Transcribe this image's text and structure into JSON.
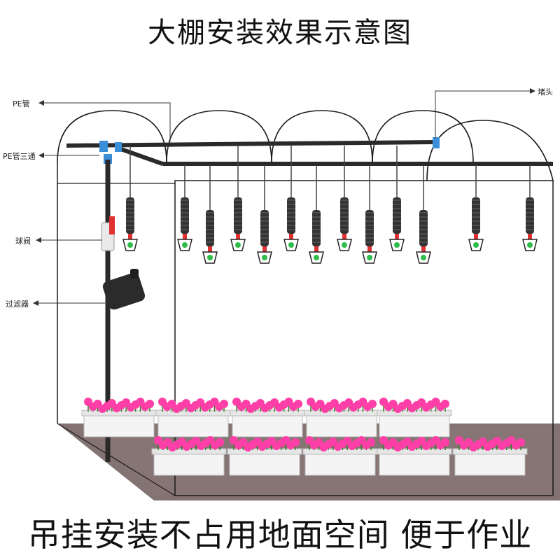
{
  "title": "大棚安装效果示意图",
  "caption": "吊挂安装不占用地面空间 便于作业",
  "labels": {
    "pe_pipe": "PE管",
    "pe_tee": "PE管三通",
    "ball_valve": "球阀",
    "filter": "过滤器",
    "end_plug": "堵头"
  },
  "colors": {
    "frame": "#1a1a1a",
    "pipe": "#2a2a2a",
    "fitting": "#3a8fd8",
    "valve_handle": "#e03030",
    "nozzle": "#2ebd4a",
    "flower": "#ff3fa8",
    "planter": "#f4f4f4",
    "floor": "#6e5a5a"
  }
}
